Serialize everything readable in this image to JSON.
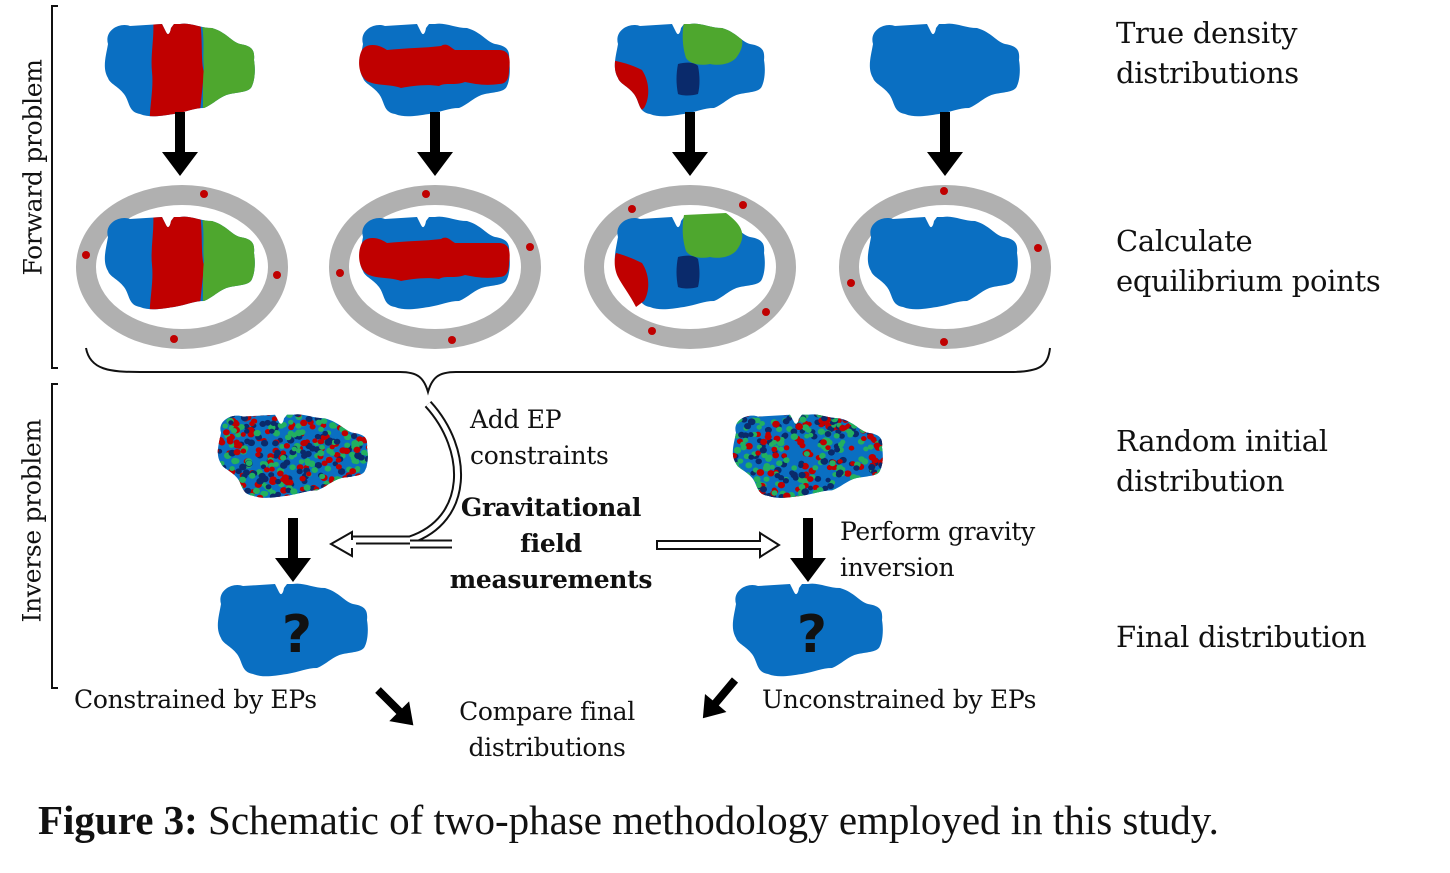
{
  "side_labels": {
    "forward": "Forward problem",
    "inverse": "Inverse problem"
  },
  "row_labels": {
    "true_density": [
      "True density",
      "distributions"
    ],
    "equilibrium": [
      "Calculate",
      "equilibrium points"
    ],
    "random_initial": [
      "Random initial",
      "distribution"
    ],
    "final": "Final distribution"
  },
  "flow_labels": {
    "add_ep": [
      "Add EP",
      "constraints"
    ],
    "gravitational": [
      "Gravitational",
      "field",
      "measurements"
    ],
    "perform_inversion": [
      "Perform gravity",
      "inversion"
    ],
    "constrained": "Constrained by EPs",
    "unconstrained": "Unconstrained by EPs",
    "compare": [
      "Compare final",
      "distributions"
    ],
    "unknown_symbol": "?"
  },
  "caption": {
    "label": "Figure 3:",
    "text": " Schematic of two-phase methodology employed in this study."
  },
  "colors": {
    "blue": "#0a6fc2",
    "red": "#c00000",
    "green": "#4ea72e",
    "dark_navy": "#0a2a6b",
    "ring_gray": "#b0b0b0",
    "ep_dot": "#c00000",
    "particle_green": "#22b060",
    "arrow_black": "#000000"
  },
  "models": [
    {
      "name": "model-1",
      "regions": [
        "blue",
        "red",
        "green"
      ]
    },
    {
      "name": "model-2",
      "regions": [
        "blue",
        "red"
      ]
    },
    {
      "name": "model-3",
      "regions": [
        "blue",
        "green",
        "red",
        "dark_navy"
      ]
    },
    {
      "name": "model-4",
      "regions": [
        "blue"
      ]
    }
  ]
}
